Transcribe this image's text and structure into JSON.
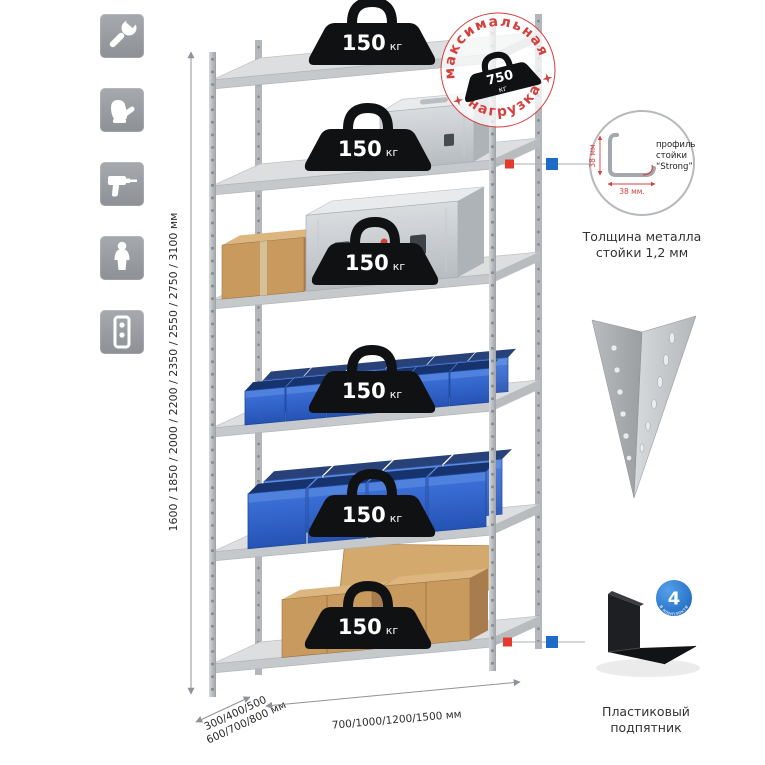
{
  "colors": {
    "accent_red": "#d4403d",
    "marker_red": "#e23b2e",
    "marker_blue": "#1e6bc8",
    "bin_blue": "#2f64cb",
    "badge_blue": "#1f6fd0",
    "tile_gray": "#979ba0",
    "metal_gray": "#c6c9cc"
  },
  "sidebar_icons": [
    "wrench-icon",
    "glove-icon",
    "drill-icon",
    "person-icon",
    "level-icon"
  ],
  "stamp": {
    "top_text": "максимальная",
    "bottom_text": "нагрузка",
    "weight_value": "750",
    "weight_unit": "кг"
  },
  "shelf_badges": [
    {
      "value": "150",
      "unit": "кг"
    },
    {
      "value": "150",
      "unit": "кг"
    },
    {
      "value": "150",
      "unit": "кг"
    },
    {
      "value": "150",
      "unit": "кг"
    },
    {
      "value": "150",
      "unit": "кг"
    },
    {
      "value": "150",
      "unit": "кг"
    }
  ],
  "profile_detail": {
    "dim_vertical": "38 мм",
    "dim_horizontal": "38 мм.",
    "line1": "профиль",
    "line2": "стойки",
    "line3": "“Strong”",
    "caption_line1": "Толщина металла",
    "caption_line2": "стойки 1,2 мм"
  },
  "foot_detail": {
    "badge_value": "4",
    "badge_ring_text": "в комплекте",
    "caption_line1": "Пластиковый",
    "caption_line2": "подпятник"
  },
  "dimensions": {
    "height_label": "1600 / 1850 / 2000 / 2200 / 2350 / 2550 / 2750 / 3100 мм",
    "depth_label_line1": "300/400/500",
    "depth_label_line2": "600/700/800 мм",
    "width_label": "700/1000/1200/1500 мм"
  }
}
